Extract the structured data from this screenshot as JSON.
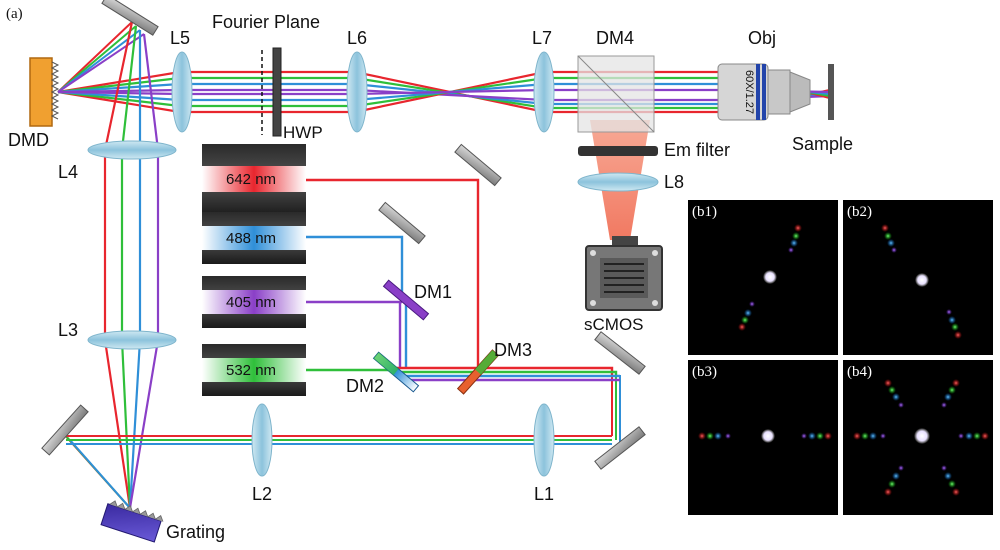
{
  "figure_tag": "(a)",
  "labels": {
    "dmd": "DMD",
    "l5": "L5",
    "fourier": "Fourier Plane",
    "l6": "L6",
    "l7": "L7",
    "dm4": "DM4",
    "obj": "Obj",
    "obj_text": "60X/1.27",
    "sample": "Sample",
    "hwp": "HWP",
    "l4": "L4",
    "em_filter": "Em filter",
    "l8": "L8",
    "l3": "L3",
    "dm1": "DM1",
    "dm3": "DM3",
    "dm2": "DM2",
    "l2": "L2",
    "l1": "L1",
    "grating": "Grating",
    "scmos": "sCMOS"
  },
  "lasers": [
    {
      "label": "642 nm",
      "color": "#e8262e"
    },
    {
      "label": "488 nm",
      "color": "#2f8fd8"
    },
    {
      "label": "405 nm",
      "color": "#8a3fc7"
    },
    {
      "label": "532 nm",
      "color": "#2fbf3a"
    }
  ],
  "panels": [
    {
      "label": "(b1)"
    },
    {
      "label": "(b2)"
    },
    {
      "label": "(b3)"
    },
    {
      "label": "(b4)"
    }
  ],
  "colors": {
    "red": "#e8262e",
    "green": "#2fbf3a",
    "blue": "#2f8fd8",
    "violet": "#8a3fc7",
    "lens": "#a9d3e6",
    "emission": "#f08060"
  }
}
